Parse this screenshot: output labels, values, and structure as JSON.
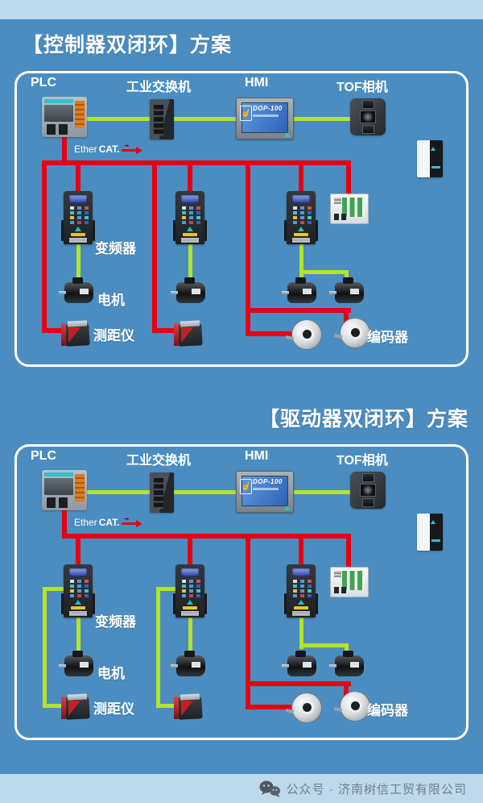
{
  "page": {
    "background_color": "#4b8dc1",
    "strip_color": "#bed9eb",
    "accent_red": "#e60012",
    "accent_green": "#b4e22e",
    "panel_border_color": "#ffffff"
  },
  "section1": {
    "title": "【控制器双闭环】方案",
    "node_labels": {
      "plc": "PLC",
      "switch": "工业交换机",
      "hmi": "HMI",
      "tof": "TOF相机"
    },
    "device_labels": {
      "vfd": "变频器",
      "motor": "电机",
      "rangefinder": "测距仪",
      "encoder": "编码器"
    },
    "ethercat": {
      "prefix": "Ether",
      "bold": "CAT."
    },
    "hmi_screen_model": "DOP-100",
    "hand_glyph": "☝"
  },
  "section2": {
    "title": "【驱动器双闭环】方案",
    "node_labels": {
      "plc": "PLC",
      "switch": "工业交换机",
      "hmi": "HMI",
      "tof": "TOF相机"
    },
    "device_labels": {
      "vfd": "变频器",
      "motor": "电机",
      "rangefinder": "测距仪",
      "encoder": "编码器"
    },
    "ethercat": {
      "prefix": "Ether",
      "bold": "CAT."
    },
    "hmi_screen_model": "DOP-100",
    "hand_glyph": "☝"
  },
  "footer": {
    "text": "公众号 · 济南树信工贸有限公司"
  }
}
